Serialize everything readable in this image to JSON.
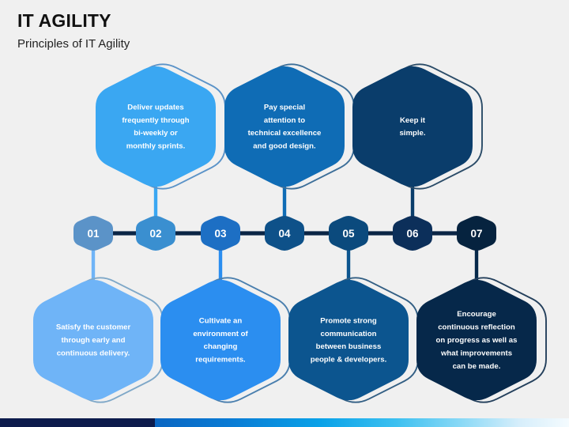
{
  "header": {
    "title": "IT AGILITY",
    "subtitle": "Principles of IT Agility"
  },
  "colors": {
    "background": "#f0f0f0",
    "connector_line": "#0b2545",
    "title_text": "#111111",
    "hex_text": "#ffffff",
    "bar_navy": "#0d1b4c"
  },
  "numbers": [
    {
      "label": "01",
      "color": "#5b93c8"
    },
    {
      "label": "02",
      "color": "#3a8fd0"
    },
    {
      "label": "03",
      "color": "#1d6fc4"
    },
    {
      "label": "04",
      "color": "#0e5189"
    },
    {
      "label": "05",
      "color": "#0b4a7d"
    },
    {
      "label": "06",
      "color": "#0c2f5a"
    },
    {
      "label": "07",
      "color": "#06233f"
    }
  ],
  "principles": [
    {
      "number": "01",
      "row": "bottom",
      "text": "Satisfy the customer through early and continuous delivery.",
      "lines": [
        "Satisfy the customer",
        "through early and",
        "continuous delivery."
      ],
      "color": "#6fb4f7",
      "outline_color": "#7fa8c8"
    },
    {
      "number": "02",
      "row": "top",
      "text": "Deliver updates frequently through bi-weekly or monthly sprints.",
      "lines": [
        "Deliver updates",
        "frequently through",
        "bi-weekly or",
        "monthly sprints."
      ],
      "color": "#3aa7f2",
      "outline_color": "#5b93c8"
    },
    {
      "number": "03",
      "row": "bottom",
      "text": "Cultivate an environment of changing requirements.",
      "lines": [
        "Cultivate an",
        "environment of",
        "changing",
        "requirements."
      ],
      "color": "#2b8ef0",
      "outline_color": "#4a7fae"
    },
    {
      "number": "04",
      "row": "top",
      "text": "Pay special attention to technical excellence and good design.",
      "lines": [
        "Pay special",
        "attention to",
        "technical excellence",
        "and good design."
      ],
      "color": "#0f6cb5",
      "outline_color": "#3d6f99"
    },
    {
      "number": "05",
      "row": "bottom",
      "text": "Promote strong communication between business people & developers.",
      "lines": [
        "Promote strong",
        "communication",
        "between business",
        "people & developers."
      ],
      "color": "#0c558f",
      "outline_color": "#335f84"
    },
    {
      "number": "06",
      "row": "top",
      "text": "Keep it simple.",
      "lines": [
        "Keep it",
        "simple."
      ],
      "color": "#0a3d6b",
      "outline_color": "#2b4c68"
    },
    {
      "number": "07",
      "row": "bottom",
      "text": "Encourage continuous reflection on progress as well as what improvements can be made.",
      "lines": [
        "Encourage",
        "continuous reflection",
        "on progress as well as",
        "what improvements",
        "can be made."
      ],
      "color": "#06284a",
      "outline_color": "#24405c"
    }
  ]
}
